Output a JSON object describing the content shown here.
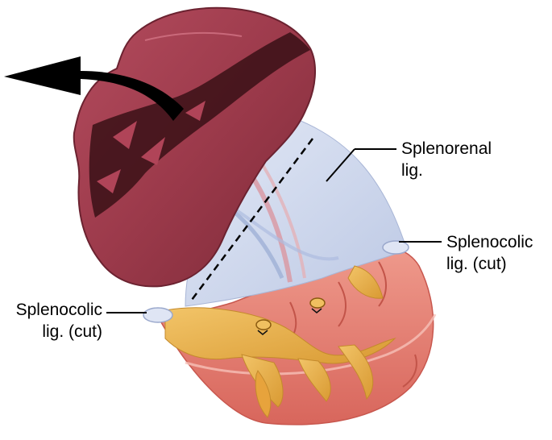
{
  "labels": {
    "splenorenal": {
      "line1": "Splenorenal",
      "line2": "lig."
    },
    "splenocolic_right": {
      "line1": "Splenocolic",
      "line2": "lig. (cut)"
    },
    "splenocolic_left": {
      "line1": "Splenocolic",
      "line2": "lig. (cut)"
    }
  },
  "colors": {
    "spleen": "#9c3a4b",
    "spleen_dark": "#3a1016",
    "ligament": "#cdd6ec",
    "colon": "#e9857a",
    "fat": "#e8b04a",
    "arrow": "#000000"
  }
}
